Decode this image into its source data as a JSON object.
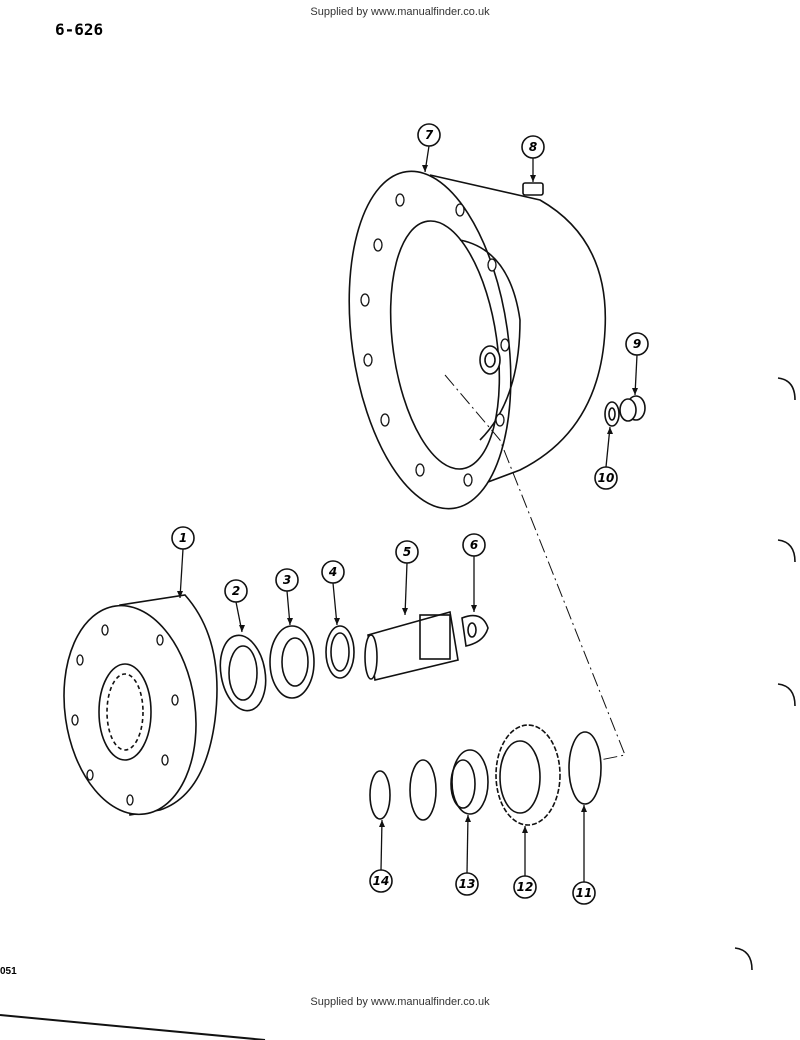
{
  "header": {
    "supplied_by": "Supplied by www.manualfinder.co.uk",
    "page_number": "6-626"
  },
  "footer": {
    "supplied_by": "Supplied by www.manualfinder.co.uk",
    "figure_number": "051"
  },
  "callouts": [
    "1",
    "2",
    "3",
    "4",
    "5",
    "6",
    "7",
    "8",
    "9",
    "10",
    "11",
    "12",
    "13",
    "14"
  ]
}
